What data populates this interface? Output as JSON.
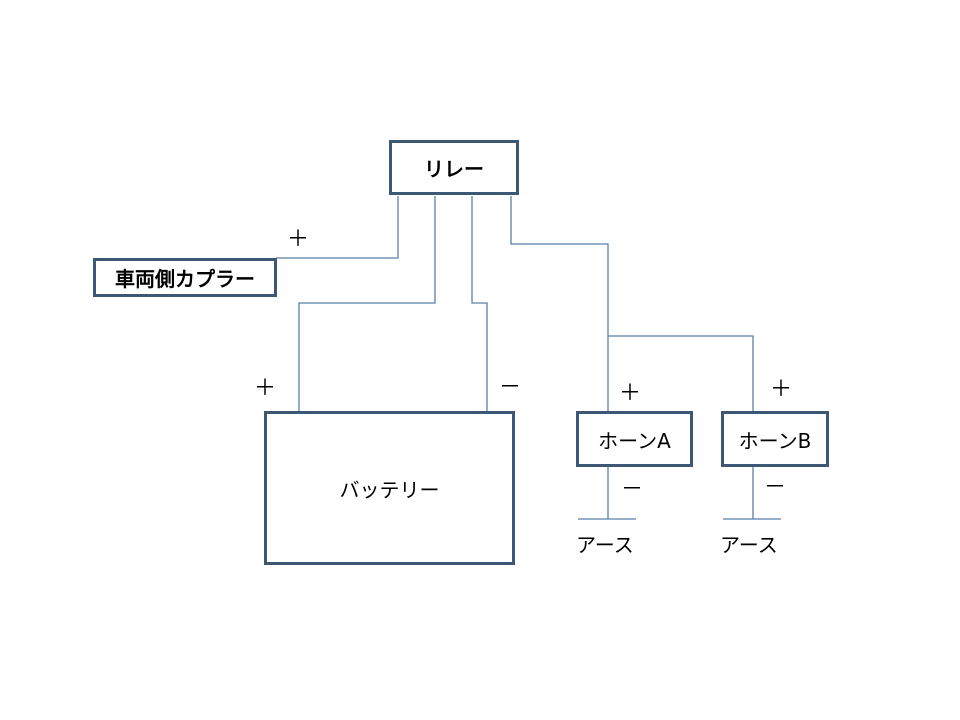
{
  "components": {
    "relay": "リレー",
    "coupler": "車両側カプラー",
    "battery": "バッテリー",
    "horn_a": "ホーンA",
    "horn_b": "ホーンB"
  },
  "polarity": {
    "coupler_plus": "＋",
    "battery_plus": "＋",
    "battery_minus": "－",
    "horn_a_plus": "＋",
    "horn_a_minus": "－",
    "horn_b_plus": "＋",
    "horn_b_minus": "－"
  },
  "earth": {
    "horn_a": "アース",
    "horn_b": "アース"
  },
  "colors": {
    "wire": "#5b7fa6",
    "box_border": "#3d5875"
  }
}
